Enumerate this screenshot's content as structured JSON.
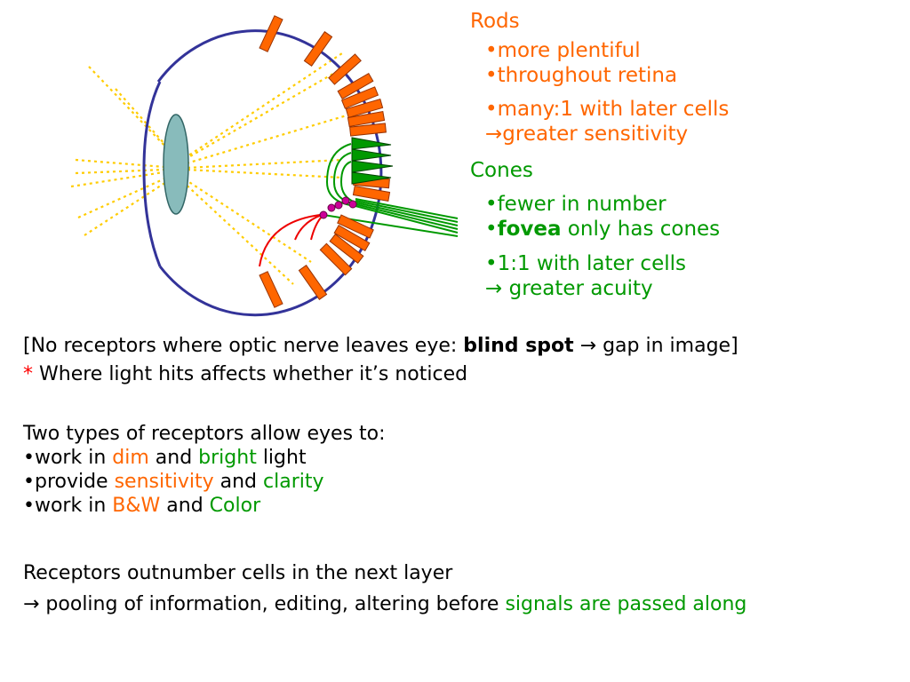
{
  "colors": {
    "rod": "#ff6600",
    "cone": "#009900",
    "eyeball": "#333399",
    "light": "#ffcc00",
    "nerve_red": "#ee0000",
    "ganglion": "#cc0099",
    "lens": "#66aaaa"
  },
  "rods": {
    "heading": "Rods",
    "bullet_1": "•more plentiful",
    "bullet_2": "•throughout retina",
    "bullet_3": "•many:1 with later cells",
    "bullet_3_arrow": "→",
    "bullet_3_result": "greater sensitivity"
  },
  "cones": {
    "heading": "Cones",
    "bullet_1": "•fewer in number",
    "bullet_2_prefix": "•",
    "bullet_2_bold": "fovea",
    "bullet_2_rest": " only has cones",
    "bullet_3": "•1:1 with later cells",
    "bullet_3_arrow": "→",
    "bullet_3_result": " greater acuity"
  },
  "blind_spot": {
    "prefix": "[No receptors where optic nerve leaves eye: ",
    "bold": "blind spot",
    "arrow": " → ",
    "suffix": "gap in image]"
  },
  "note": {
    "star": "*",
    "text": " Where light hits affects whether it’s noticed"
  },
  "two_types": {
    "heading": "Two types of receptors allow eyes to:",
    "l1_a": "•work in ",
    "l1_dim": "dim",
    "l1_and": " and ",
    "l1_bright": "bright",
    "l1_end": " light",
    "l2_a": "•provide ",
    "l2_sensitivity": "sensitivity",
    "l2_and": " and ",
    "l2_clarity": "clarity",
    "l3_a": "•work in ",
    "l3_bw": "B&W",
    "l3_and": " and ",
    "l3_color": "Color"
  },
  "outnumber": {
    "line1": "Receptors outnumber cells in the next layer",
    "arrow": "→",
    "line2": " pooling of information, editing, altering before ",
    "line2_green": "signals are passed along"
  }
}
